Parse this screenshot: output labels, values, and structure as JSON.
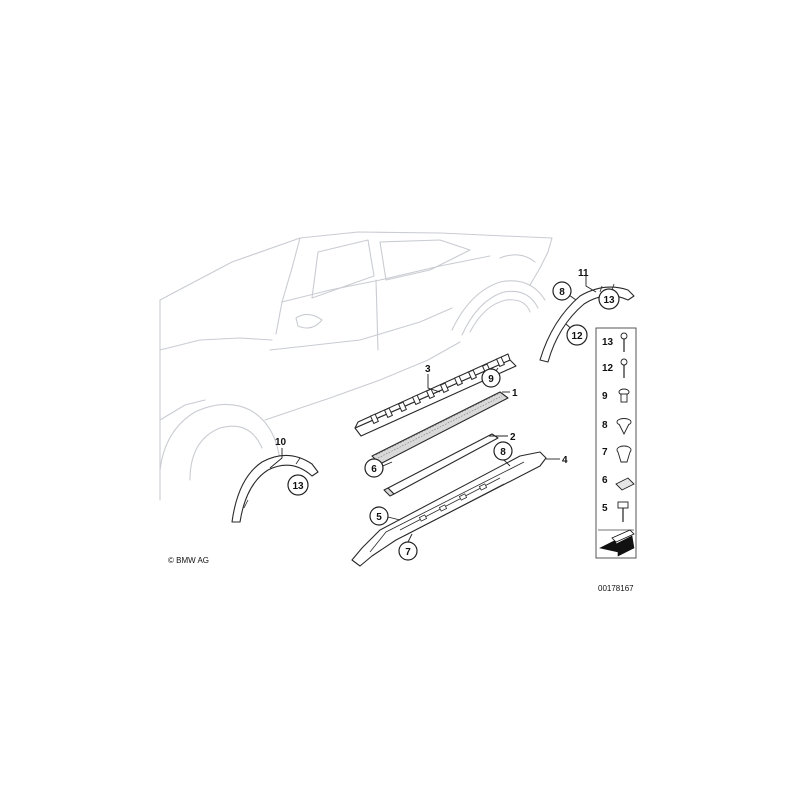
{
  "callouts": {
    "c1": "1",
    "c2": "2",
    "c3": "3",
    "c4": "4",
    "c5": "5",
    "c6": "6",
    "c7": "7",
    "c8a": "8",
    "c8b": "8",
    "c9": "9",
    "c10": "10",
    "c11": "11",
    "c12": "12",
    "c13a": "13",
    "c13b": "13"
  },
  "legend": [
    "13",
    "12",
    "9",
    "8",
    "7",
    "6",
    "5"
  ],
  "footer": {
    "copyright": "© BMW AG",
    "drawing_id": "00178167"
  }
}
